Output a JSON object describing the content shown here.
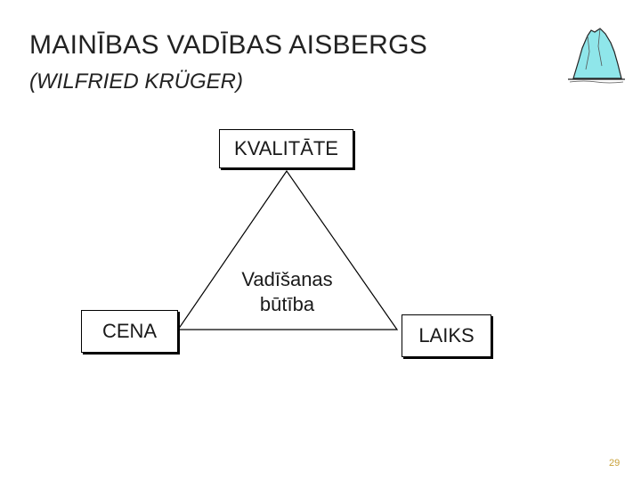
{
  "slide": {
    "title": "MAINĪBAS VADĪBAS AISBERGS",
    "subtitle": "(WILFRIED KRÜGER)",
    "page_number": "29"
  },
  "diagram": {
    "top": "KVALITĀTE",
    "left": "CENA",
    "right": "LAIKS",
    "center_line1": "Vadīšanas",
    "center_line2": "būtība"
  },
  "colors": {
    "iceberg_fill": "#8fe6ea",
    "page_number": "#c9a23b"
  },
  "icons": {
    "logo": "iceberg-icon"
  }
}
